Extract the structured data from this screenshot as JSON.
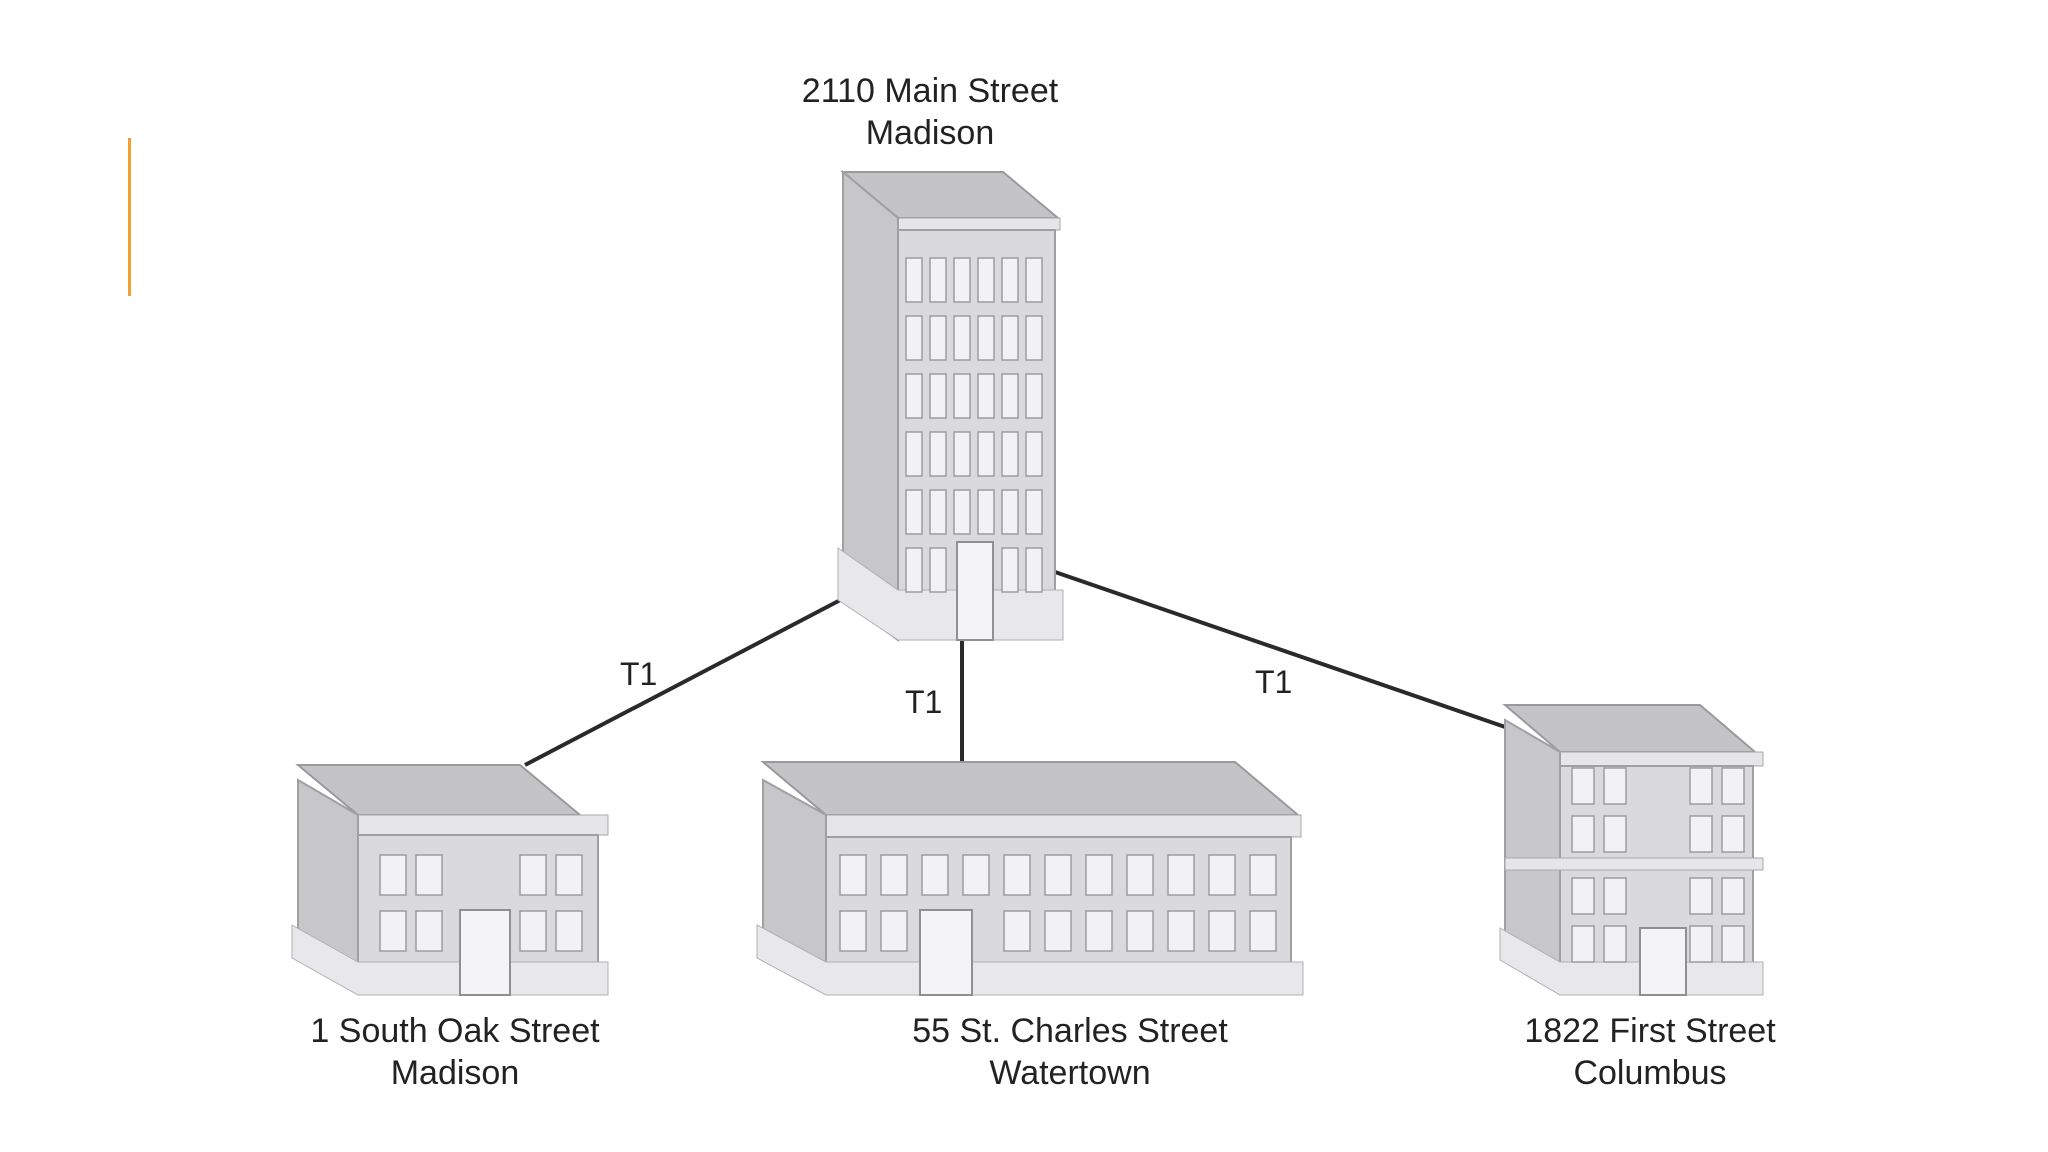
{
  "hq": {
    "line1": "2110 Main Street",
    "line2": "Madison"
  },
  "sites": [
    {
      "line1": "1 South Oak Street",
      "line2": "Madison"
    },
    {
      "line1": "55 St. Charles Street",
      "line2": "Watertown"
    },
    {
      "line1": "1822 First Street",
      "line2": "Columbus"
    }
  ],
  "links": [
    "T1",
    "T1",
    "T1"
  ],
  "colors": {
    "accent": "#f0a030",
    "line": "#2a2a2a",
    "roof": "#c9c9cb",
    "wall": "#d9d9db",
    "window": "#f2f2f4"
  }
}
